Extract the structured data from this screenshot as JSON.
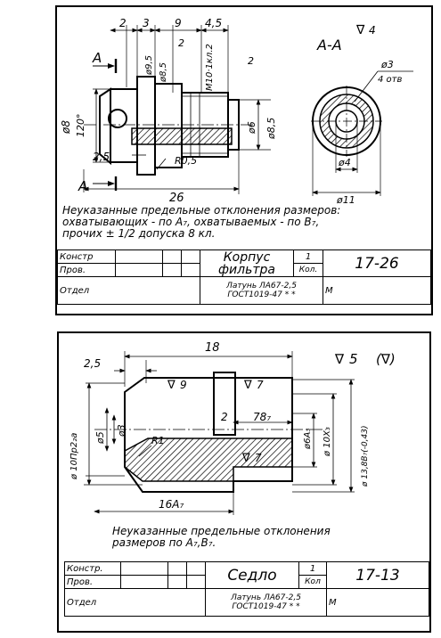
{
  "drawing1": {
    "section_label": "А-А",
    "section_roughness": "4",
    "cut_letter_top": "А",
    "cut_letter_bottom": "А",
    "dims": {
      "d2_top": "2",
      "d3": "3",
      "d9": "9",
      "d45": "4,5",
      "d2_a": "2",
      "d2_b": "2",
      "phi95": "ø9,5",
      "phi85": "ø8,5",
      "thread": "М10·1кл.2",
      "phi8": "ø8",
      "angle": "120°",
      "phi6": "ø6",
      "phi85_right": "ø8,5",
      "d25": "2,5",
      "r05": "R0,5",
      "len26": "26",
      "phi3": "ø3",
      "holes": "4 отв",
      "phi4": "ø4",
      "phi11": "ø11"
    },
    "note_line1": "Неуказанные предельные отклонения размеров:",
    "note_line2": "охватывающих - по А₇, охватываемых - по В₇,",
    "note_line3": "прочих ± 1/2 допуска 8 кл.",
    "title_block": {
      "konstr": "Констр",
      "prov": "Пров.",
      "otdel": "Отдел",
      "name_line1": "Корпус",
      "name_line2": "фильтра",
      "qty": "1",
      "qty_label": "Кол.",
      "code": "17-26",
      "material_line1": "Латунь ЛА67-2,5",
      "material_line2": "ГОСТ1019-47 * *",
      "sheet_letter": "М"
    }
  },
  "drawing2": {
    "roughness_main": "5",
    "roughness_paren": "(∇)",
    "dims": {
      "len18": "18",
      "d25": "2,5",
      "rough9": "9",
      "rough7_top": "7",
      "rough7_bottom": "7",
      "thread": "ø 10Пр2₂а",
      "phi5": "ø5",
      "phi3": "ø3",
      "d2": "2",
      "d78": "78₇",
      "phi6a3": "ø6А₃",
      "phi10x3": "ø 10Х₃",
      "phi13": "ø 13,8В₇(-0,43)",
      "r1": "R1",
      "len16": "16А₇"
    },
    "note_line1": "Неуказанные предельные отклонения",
    "note_line2": "размеров по А₇,В₇.",
    "title_block": {
      "konstr": "Констр.",
      "prov": "Пров.",
      "otdel": "Отдел",
      "name": "Седло",
      "qty": "1",
      "qty_label": "Кол",
      "code": "17-13",
      "material_line1": "Латунь ЛА67-2,5",
      "material_line2": "ГОСТ1019-47 * *",
      "sheet_letter": "М"
    }
  }
}
